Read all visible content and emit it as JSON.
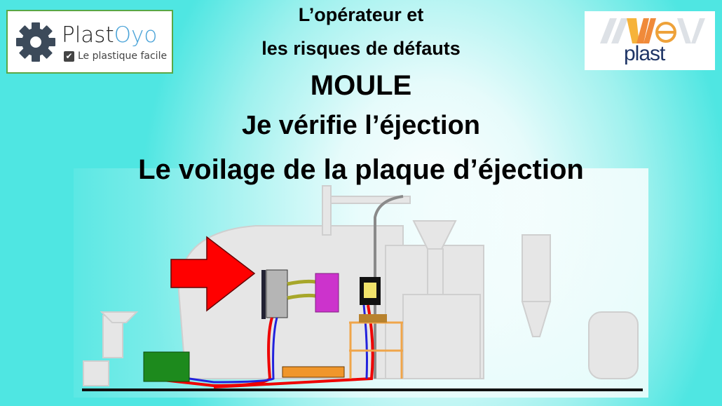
{
  "logos": {
    "left": {
      "brand_part1": "Plast",
      "brand_part2": "Oyo",
      "tagline": "Le plastique facile"
    },
    "right": {
      "wordmark": "awev",
      "subtitle": "plast"
    }
  },
  "title": {
    "line1": "L’opérateur et",
    "line2": "les risques de défauts",
    "line3": "MOULE",
    "line4": "Je vérifie l’éjection",
    "line5": "Le voilage de la plaque d’éjection"
  },
  "colors": {
    "arrow": "#ff0000",
    "background_edge": "#4fe6e2",
    "mould_pink": "#cc33cc",
    "cooler_green": "#1f8a1f"
  }
}
